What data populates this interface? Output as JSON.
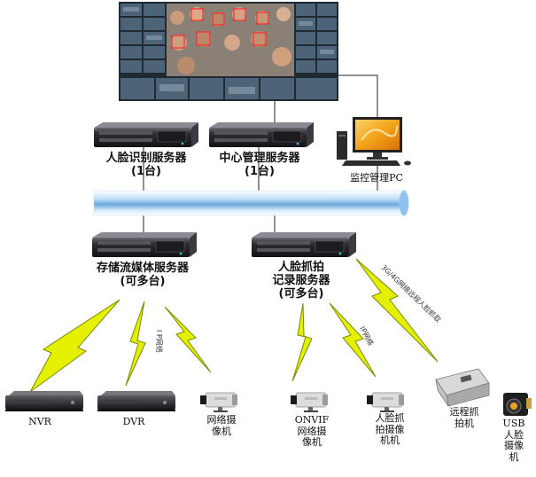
{
  "servers": {
    "face_recognition": {
      "name": "人脸识别服务器",
      "count": "(1台)"
    },
    "center_management": {
      "name": "中心管理服务器",
      "count": "(1台)"
    },
    "storage_streaming": {
      "name": "存储流媒体服务器",
      "count": "(可多台)"
    },
    "face_capture_record": {
      "name_line1": "人脸抓拍",
      "name_line2": "记录服务器",
      "count": "(可多台)"
    }
  },
  "monitoring_pc": {
    "label": "监控管理PC"
  },
  "devices": {
    "nvr": "NVR",
    "dvr": "DVR",
    "network_camera": {
      "line1": "网络摄",
      "line2": "像机"
    },
    "onvif_camera": {
      "line1": "ONVIF",
      "line2": "网络摄",
      "line3": "像机"
    },
    "face_capture_camera": {
      "line1": "人脸抓",
      "line2": "拍摄像",
      "line3": "机机"
    },
    "remote_capture": {
      "line1": "远程抓",
      "line2": "拍机"
    },
    "usb_camera": {
      "line1": "USB",
      "line2": "人脸",
      "line3": "摄像",
      "line4": "机"
    }
  },
  "links": {
    "ip_network_1": "I P网络",
    "ip_network_2": "IP网络",
    "remote_3g4g": "3G/4G网络远程人脸抓取"
  },
  "colors": {
    "lightning_fill": "#e4f000",
    "lightning_stroke": "#7a8a00",
    "network_bar": "#8fc3ee",
    "server_body": "#2e2e34",
    "pc_screen": "#f4a31a"
  }
}
